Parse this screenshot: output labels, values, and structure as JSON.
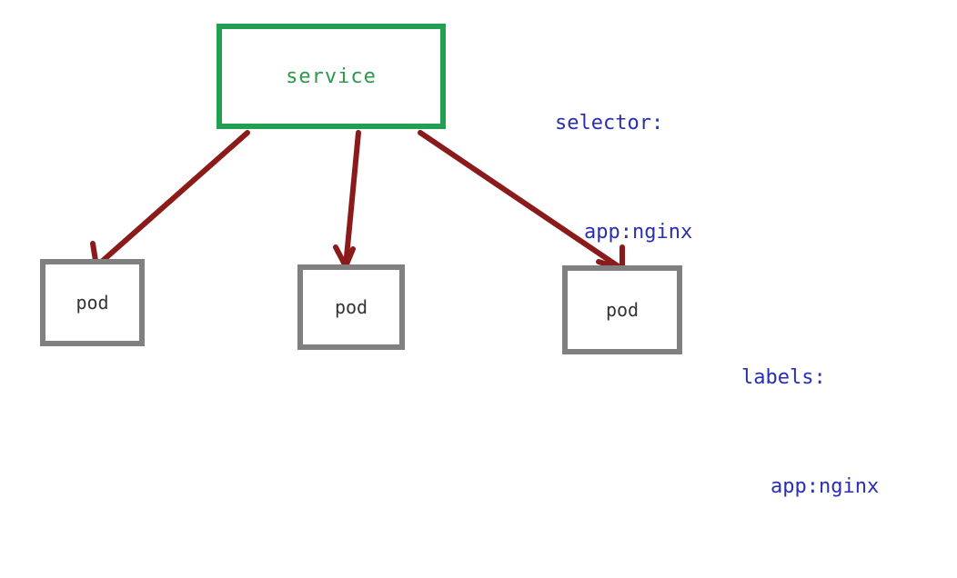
{
  "diagram": {
    "service_label": "service",
    "pods": [
      {
        "label": "pod"
      },
      {
        "label": "pod"
      },
      {
        "label": "pod"
      }
    ],
    "selector": {
      "key": "selector:",
      "value": "app:nginx"
    },
    "labels": {
      "key": "labels:",
      "value": "app:nginx"
    },
    "colors": {
      "service_border": "#20a050",
      "service_text": "#2a9a4a",
      "pod_border": "#808080",
      "arrow": "#8b1a1a",
      "yaml_text": "#2a2fb0"
    }
  }
}
